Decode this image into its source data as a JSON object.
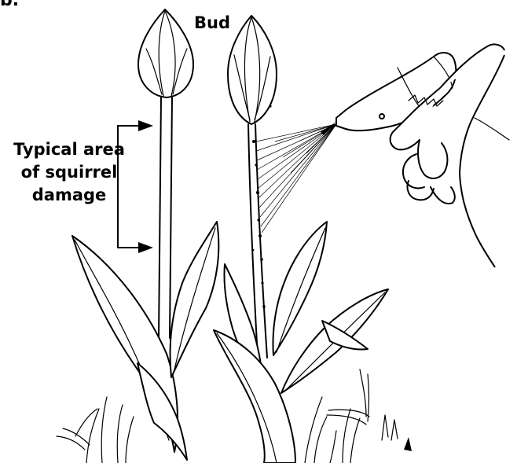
{
  "figure": {
    "letter": "b.",
    "labels": {
      "bud": "Bud",
      "damage_area": "Typical area of squirrel damage"
    }
  }
}
